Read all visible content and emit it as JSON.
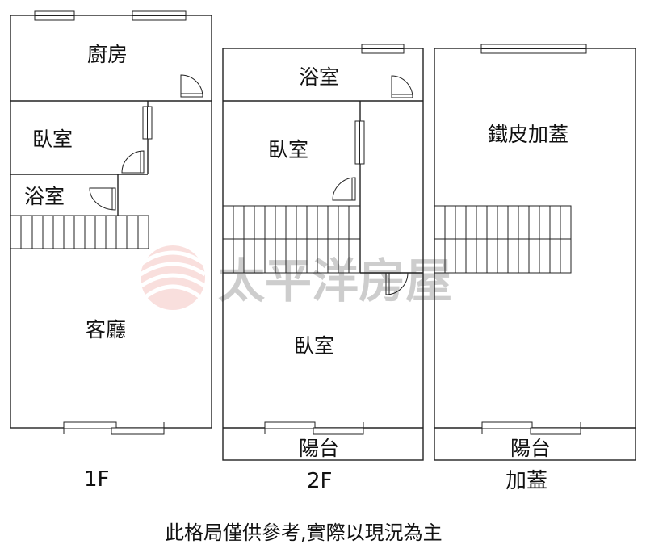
{
  "floors": [
    {
      "id": "1f",
      "label": "1F",
      "rooms": {
        "kitchen": "廚房",
        "bedroom": "臥室",
        "bathroom": "浴室",
        "living": "客廳"
      }
    },
    {
      "id": "2f",
      "label": "2F",
      "rooms": {
        "bathroom": "浴室",
        "bedroom_upper": "臥室",
        "bedroom_lower": "臥室",
        "balcony": "陽台"
      }
    },
    {
      "id": "addition",
      "label": "加蓋",
      "rooms": {
        "tin_addition": "鐵皮加蓋",
        "balcony": "陽台"
      }
    }
  ],
  "watermark": {
    "text": "太平洋房屋",
    "color": "#e36b66"
  },
  "disclaimer": "此格局僅供參考,實際以現況為主"
}
